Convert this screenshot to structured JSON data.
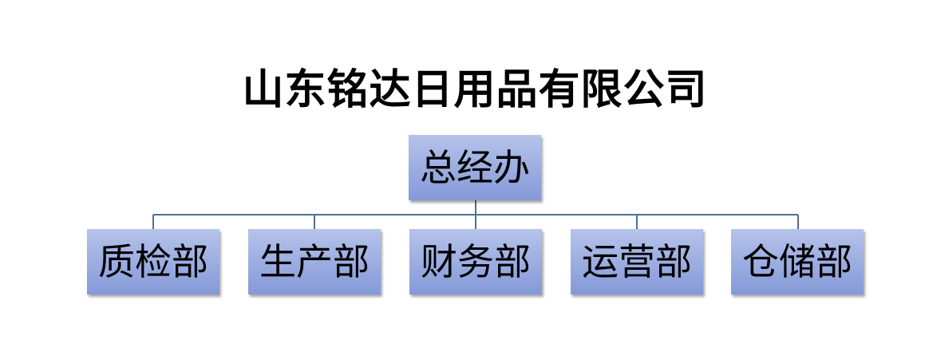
{
  "chart": {
    "title": "山东铭达日用品有限公司",
    "root": {
      "label": "总经办"
    },
    "children": [
      {
        "label": "质检部"
      },
      {
        "label": "生产部"
      },
      {
        "label": "财务部"
      },
      {
        "label": "运营部"
      },
      {
        "label": "仓储部"
      }
    ]
  },
  "colors": {
    "node_top": "#b6c3ea",
    "node_bottom": "#8499d8",
    "connector": "#4f6e9a"
  }
}
